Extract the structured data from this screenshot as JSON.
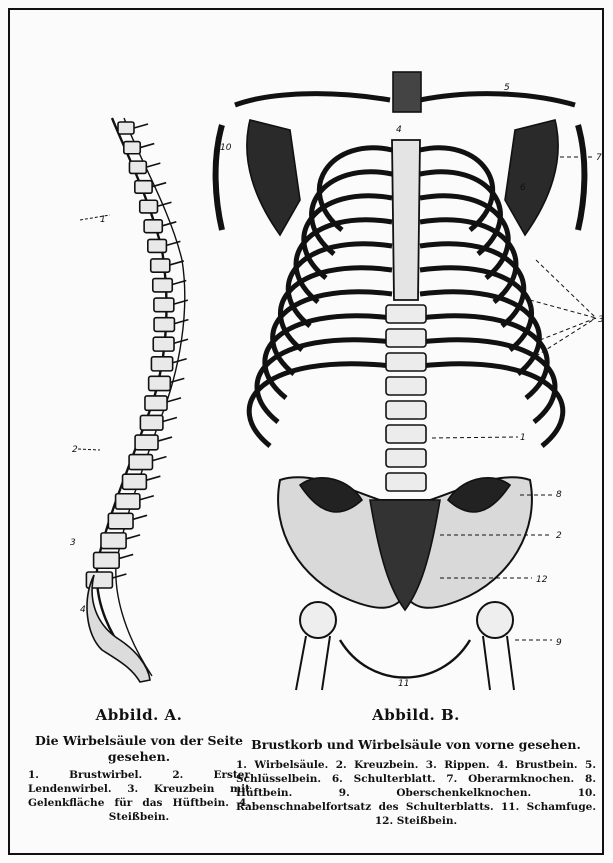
{
  "figure_a": {
    "label": "Abbild. A.",
    "title": "Die Wirbelsäule von der Seite gesehen.",
    "legend": "1. Brustwirbel. 2. Erster Lendenwirbel. 3. Kreuzbein mit Gelenkfläche für das Hüftbein. 4. Steißbein.",
    "markers": [
      "1",
      "2",
      "3",
      "4"
    ]
  },
  "figure_b": {
    "label": "Abbild. B.",
    "title": "Brustkorb und Wirbelsäule von vorne gesehen.",
    "legend": "1. Wirbelsäule. 2. Kreuzbein. 3. Rippen. 4. Brustbein. 5. Schlüsselbein. 6. Schulterblatt. 7. Oberarmknochen. 8. Hüftbein. 9. Oberschenkelknochen. 10. Rabenschnabelfortsatz des Schulterblatts. 11. Schamfuge. 12. Steißbein.",
    "markers": [
      "1",
      "2",
      "3",
      "4",
      "5",
      "6",
      "7",
      "8",
      "9",
      "10",
      "11",
      "12"
    ]
  }
}
